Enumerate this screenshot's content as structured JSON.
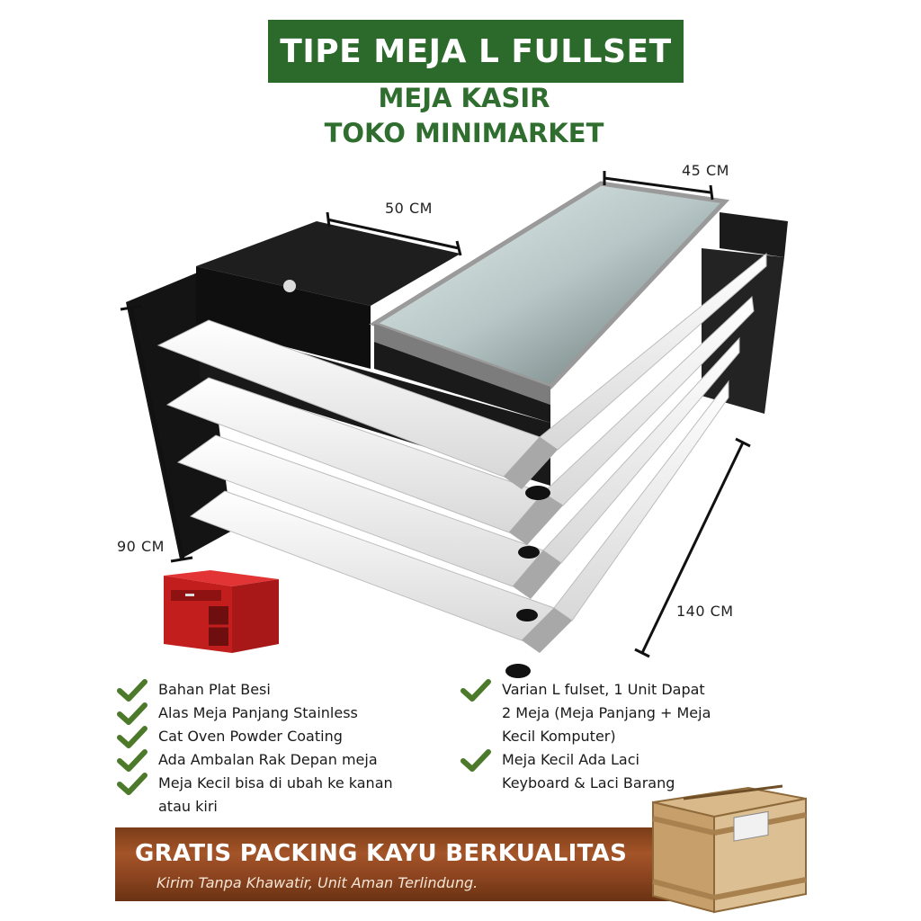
{
  "header": {
    "title": "TIPE MEJA L FULLSET",
    "subtitle_1": "MEJA KASIR",
    "subtitle_2": "TOKO MINIMARKET"
  },
  "dimensions": {
    "top_right": "45 CM",
    "top_left": "50 CM",
    "height": "90 CM",
    "length": "140 CM"
  },
  "features_left": [
    "Bahan Plat Besi",
    "Alas Meja Panjang Stainless",
    "Cat Oven Powder Coating",
    "Ada Ambalan Rak Depan meja",
    "Meja Kecil bisa di ubah ke kanan",
    "atau kiri"
  ],
  "features_right": [
    "Varian L fulset, 1 Unit Dapat",
    "2 Meja (Meja Panjang + Meja",
    "Kecil Komputer)",
    "Meja Kecil Ada Laci",
    "Keyboard & Laci Barang"
  ],
  "footer": {
    "title": "GRATIS PACKING KAYU BERKUALITAS",
    "subtitle": "Kirim Tanpa Khawatir, Unit Aman Terlindung."
  },
  "colors": {
    "banner": "#2c6a2c",
    "accent_green": "#2f6e2f",
    "check_green": "#4c7a2a",
    "footer_wood": "#8d4520",
    "variant_red": "#c81e1e"
  },
  "icons": [
    "check-icon",
    "cashier-desk-illustration",
    "red-desk-illustration",
    "wooden-crate-illustration"
  ]
}
